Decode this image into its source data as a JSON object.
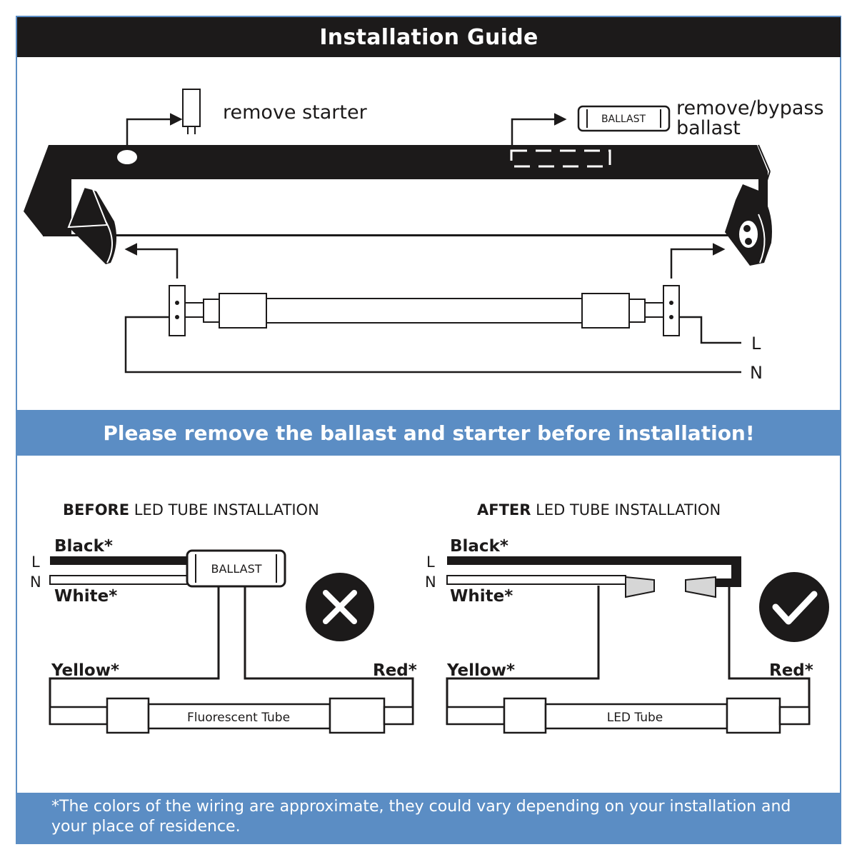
{
  "header": {
    "title": "Installation Guide"
  },
  "fixture": {
    "starter_label": "remove starter",
    "ballast_label_line1": "remove/bypass",
    "ballast_label_line2": "ballast",
    "ballast_box_text": "BALLAST",
    "line_label": "L",
    "neutral_label": "N"
  },
  "banner": {
    "text": "Please remove the ballast and starter before installation!"
  },
  "before": {
    "heading_bold": "BEFORE",
    "heading_rest": " LED TUBE INSTALLATION",
    "l": "L",
    "n": "N",
    "black": "Black*",
    "white": "White*",
    "ballast": "BALLAST",
    "yellow": "Yellow*",
    "red": "Red*",
    "tube": "Fluorescent Tube"
  },
  "after": {
    "heading_bold": "AFTER",
    "heading_rest": " LED TUBE INSTALLATION",
    "l": "L",
    "n": "N",
    "black": "Black*",
    "white": "White*",
    "yellow": "Yellow*",
    "red": "Red*",
    "tube": "LED Tube"
  },
  "footer": {
    "note": "*The colors of the wiring are approximate, they could vary depending on your installation and your place of residence."
  },
  "colors": {
    "dark": "#1c1a1a",
    "accent": "#5b8dc4",
    "connector": "#d6d6d6"
  }
}
